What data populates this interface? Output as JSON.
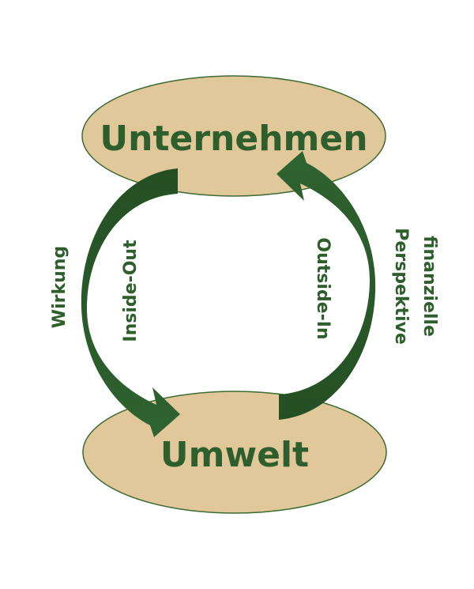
{
  "nodes": {
    "top": "Unternehmen",
    "bottom": "Umwelt"
  },
  "arrows": {
    "left_inner": "Inside-Out",
    "left_outer": "Wirkung",
    "right_inner": "Outside-In",
    "right_outer_line1": "finanzielle",
    "right_outer_line2": "Perspektive"
  },
  "colors": {
    "ellipse_fill": "#e0c89a",
    "ellipse_stroke": "#3b6b30",
    "arrow": "#2b5c2b",
    "text": "#2d5e2b"
  }
}
